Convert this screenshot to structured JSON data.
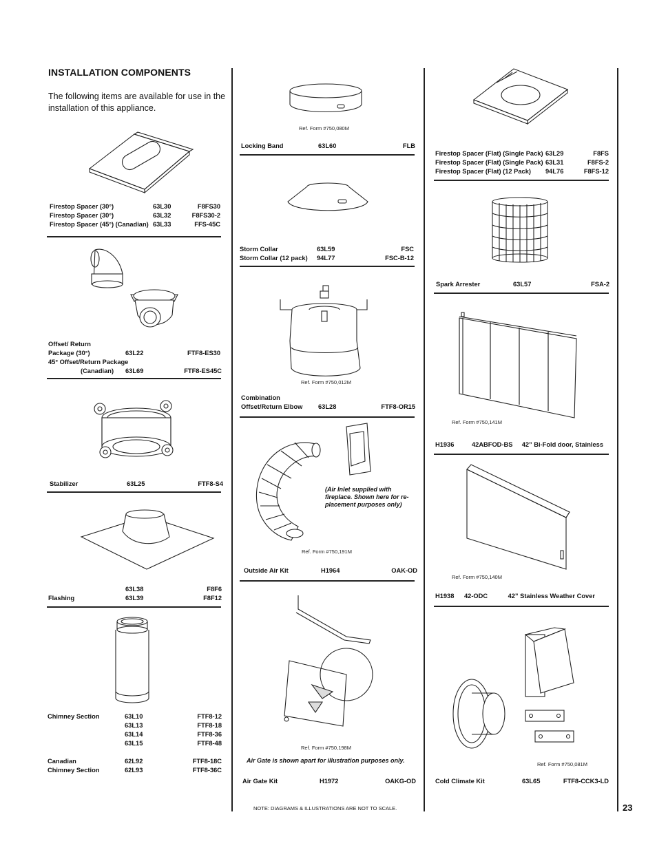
{
  "header": {
    "title": "INSTALLATION COMPONENTS",
    "intro": "The following items are available for use in the installation of this appliance."
  },
  "column1": {
    "firestop": {
      "rows": [
        [
          "Firestop Spacer (30°)",
          "63L30",
          "F8FS30"
        ],
        [
          "Firestop Spacer (30°)",
          "63L32",
          "F8FS30-2"
        ],
        [
          "Firestop Spacer (45°) (Canadian)",
          "63L33",
          "FFS-45C"
        ]
      ]
    },
    "offset": {
      "rows": [
        [
          "Offset/ Return",
          "",
          ""
        ],
        [
          "Package (30°)",
          "63L22",
          "FTF8-ES30"
        ],
        [
          "45° Offset/Return Package",
          "",
          ""
        ],
        [
          "(Canadian)",
          "63L69",
          "FTF8-ES45C"
        ]
      ]
    },
    "stabilizer": {
      "rows": [
        [
          "Stabilizer",
          "63L25",
          "FTF8-S4"
        ]
      ]
    },
    "flashing": {
      "rows": [
        [
          "",
          "63L38",
          "F8F6"
        ],
        [
          "Flashing",
          "63L39",
          "F8F12"
        ]
      ]
    },
    "chimney": {
      "rows": [
        [
          "Chimney Section",
          "63L10",
          "FTF8-12"
        ],
        [
          "",
          "63L13",
          "FTF8-18"
        ],
        [
          "",
          "63L14",
          "FTF8-36"
        ],
        [
          "",
          "63L15",
          "FTF8-48"
        ]
      ],
      "canadian_rows": [
        [
          "Canadian",
          "62L92",
          "FTF8-18C"
        ],
        [
          "Chimney Section",
          "62L93",
          "FTF8-36C"
        ]
      ]
    }
  },
  "column2": {
    "locking_band": {
      "ref": "Ref. Form #750,080M",
      "rows": [
        [
          "Locking Band",
          "63L60",
          "FLB"
        ]
      ]
    },
    "storm_collar": {
      "rows": [
        [
          "Storm Collar",
          "63L59",
          "FSC"
        ],
        [
          "Storm Collar (12 pack)",
          "94L77",
          "FSC-B-12"
        ]
      ]
    },
    "combination": {
      "ref": "Ref. Form #750,012M",
      "rows": [
        [
          "Combination",
          "",
          ""
        ],
        [
          "Offset/Return Elbow",
          "63L28",
          "FTF8-OR15"
        ]
      ]
    },
    "outside_air": {
      "note": "(Air Inlet supplied with fireplace. Shown here for re-placement purposes only)",
      "ref": "Ref. Form #750,191M",
      "rows": [
        [
          "Outside Air Kit",
          "H1964",
          "OAK-OD"
        ]
      ]
    },
    "air_gate": {
      "ref": "Ref. Form #750,198M",
      "note": "Air Gate is shown apart for illustration purposes only.",
      "rows": [
        [
          "Air Gate Kit",
          "H1972",
          "OAKG-OD"
        ]
      ]
    }
  },
  "column3": {
    "firestop_flat": {
      "rows": [
        [
          "Firestop Spacer (Flat) (Single Pack)",
          "63L29",
          "F8FS"
        ],
        [
          "Firestop Spacer (Flat) (Single Pack)",
          "63L31",
          "F8FS-2"
        ],
        [
          "Firestop Spacer (Flat) (12 Pack)",
          "94L76",
          "F8FS-12"
        ]
      ]
    },
    "spark": {
      "rows": [
        [
          "Spark Arrester",
          "63L57",
          "FSA-2"
        ]
      ]
    },
    "bifold": {
      "ref": "Ref. Form #750,141M",
      "rows": [
        [
          "H1936",
          "42ABFOD-BS",
          "42” Bi-Fold door, Stainless"
        ]
      ]
    },
    "weather": {
      "ref": "Ref. Form #750,140M",
      "rows": [
        [
          "H1938",
          "42-ODC",
          "42” Stainless Weather Cover"
        ]
      ]
    },
    "cold": {
      "ref": "Ref. Form #750,081M",
      "rows": [
        [
          "Cold Climate Kit",
          "63L65",
          "FTF8-CCK3-LD"
        ]
      ]
    }
  },
  "footer": {
    "note": "NOTE: DIAGRAMS & ILLUSTRATIONS ARE NOT TO SCALE.",
    "page_number": "23"
  }
}
